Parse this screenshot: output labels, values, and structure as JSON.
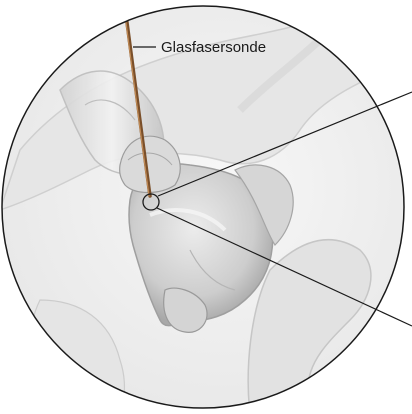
{
  "annotations": {
    "probe_label": "Glasfasersonde"
  },
  "colors": {
    "background": "#ffffff",
    "circle_fill": "#f1f1f1",
    "circle_stroke": "#1a1a1a",
    "anatomy_light": "#e4e4e4",
    "anatomy_mid": "#cfcfcf",
    "anatomy_dark": "#a9a9a9",
    "probe": "#9a6a3d",
    "leader_line": "#1a1a1a"
  },
  "icons": {
    "probe": "fiber-optic-probe",
    "anatomy": "heart-and-vessels-illustration",
    "magnifier": "zoom-callout-circle"
  }
}
